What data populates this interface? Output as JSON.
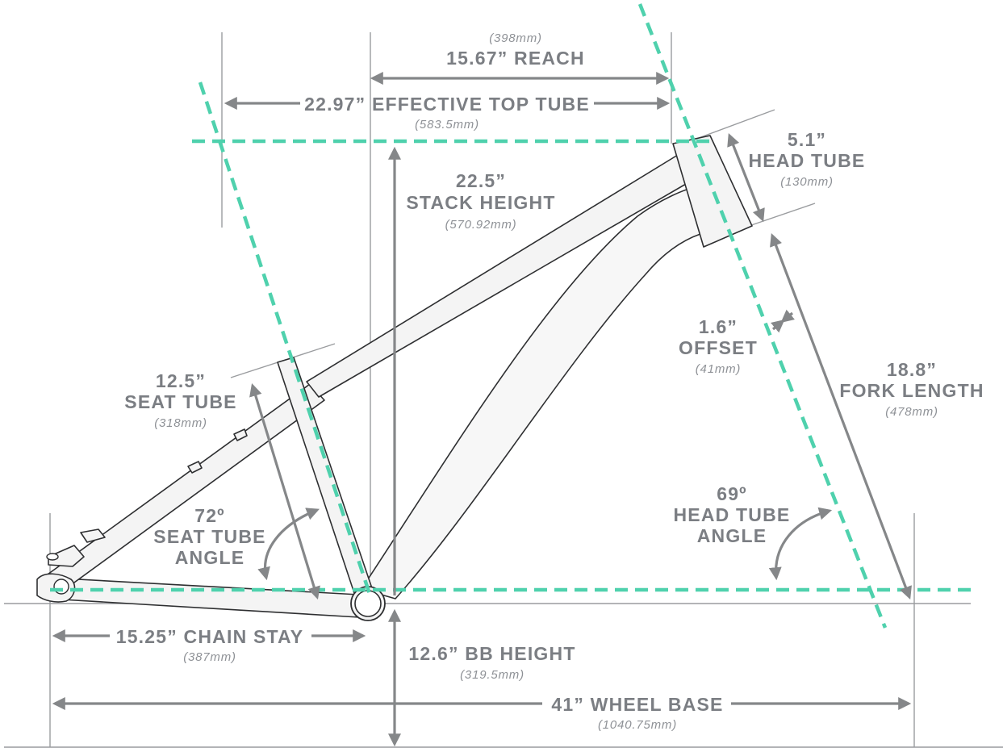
{
  "colors": {
    "dimension": "#858789",
    "guide": "#4fd1ad",
    "frame_outline": "#2e2f31",
    "frame_fill": "#f4f4f4",
    "label": "#7b7e83"
  },
  "labels": {
    "reach": {
      "mm": "(398mm)",
      "main": "15.67” REACH"
    },
    "top_tube": {
      "main": "22.97” EFFECTIVE TOP TUBE",
      "mm": "(583.5mm)"
    },
    "head_tube": {
      "value": "5.1”",
      "name": "HEAD TUBE",
      "mm": "(130mm)"
    },
    "stack": {
      "value": "22.5”",
      "name": "STACK HEIGHT",
      "mm": "(570.92mm)"
    },
    "offset": {
      "value": "1.6”",
      "name": "OFFSET",
      "mm": "(41mm)"
    },
    "fork": {
      "value": "18.8”",
      "name": "FORK LENGTH",
      "mm": "(478mm)"
    },
    "seat_tube": {
      "value": "12.5”",
      "name": "SEAT TUBE",
      "mm": "(318mm)"
    },
    "seat_angle": {
      "value": "72º",
      "line1": "SEAT TUBE",
      "line2": "ANGLE"
    },
    "head_angle": {
      "value": "69º",
      "line1": "HEAD TUBE",
      "line2": "ANGLE"
    },
    "chain_stay": {
      "main": "15.25” CHAIN STAY",
      "mm": "(387mm)"
    },
    "bb_height": {
      "main": "12.6” BB HEIGHT",
      "mm": "(319.5mm)"
    },
    "wheel_base": {
      "main": "41” WHEEL BASE",
      "mm": "(1040.75mm)"
    }
  }
}
